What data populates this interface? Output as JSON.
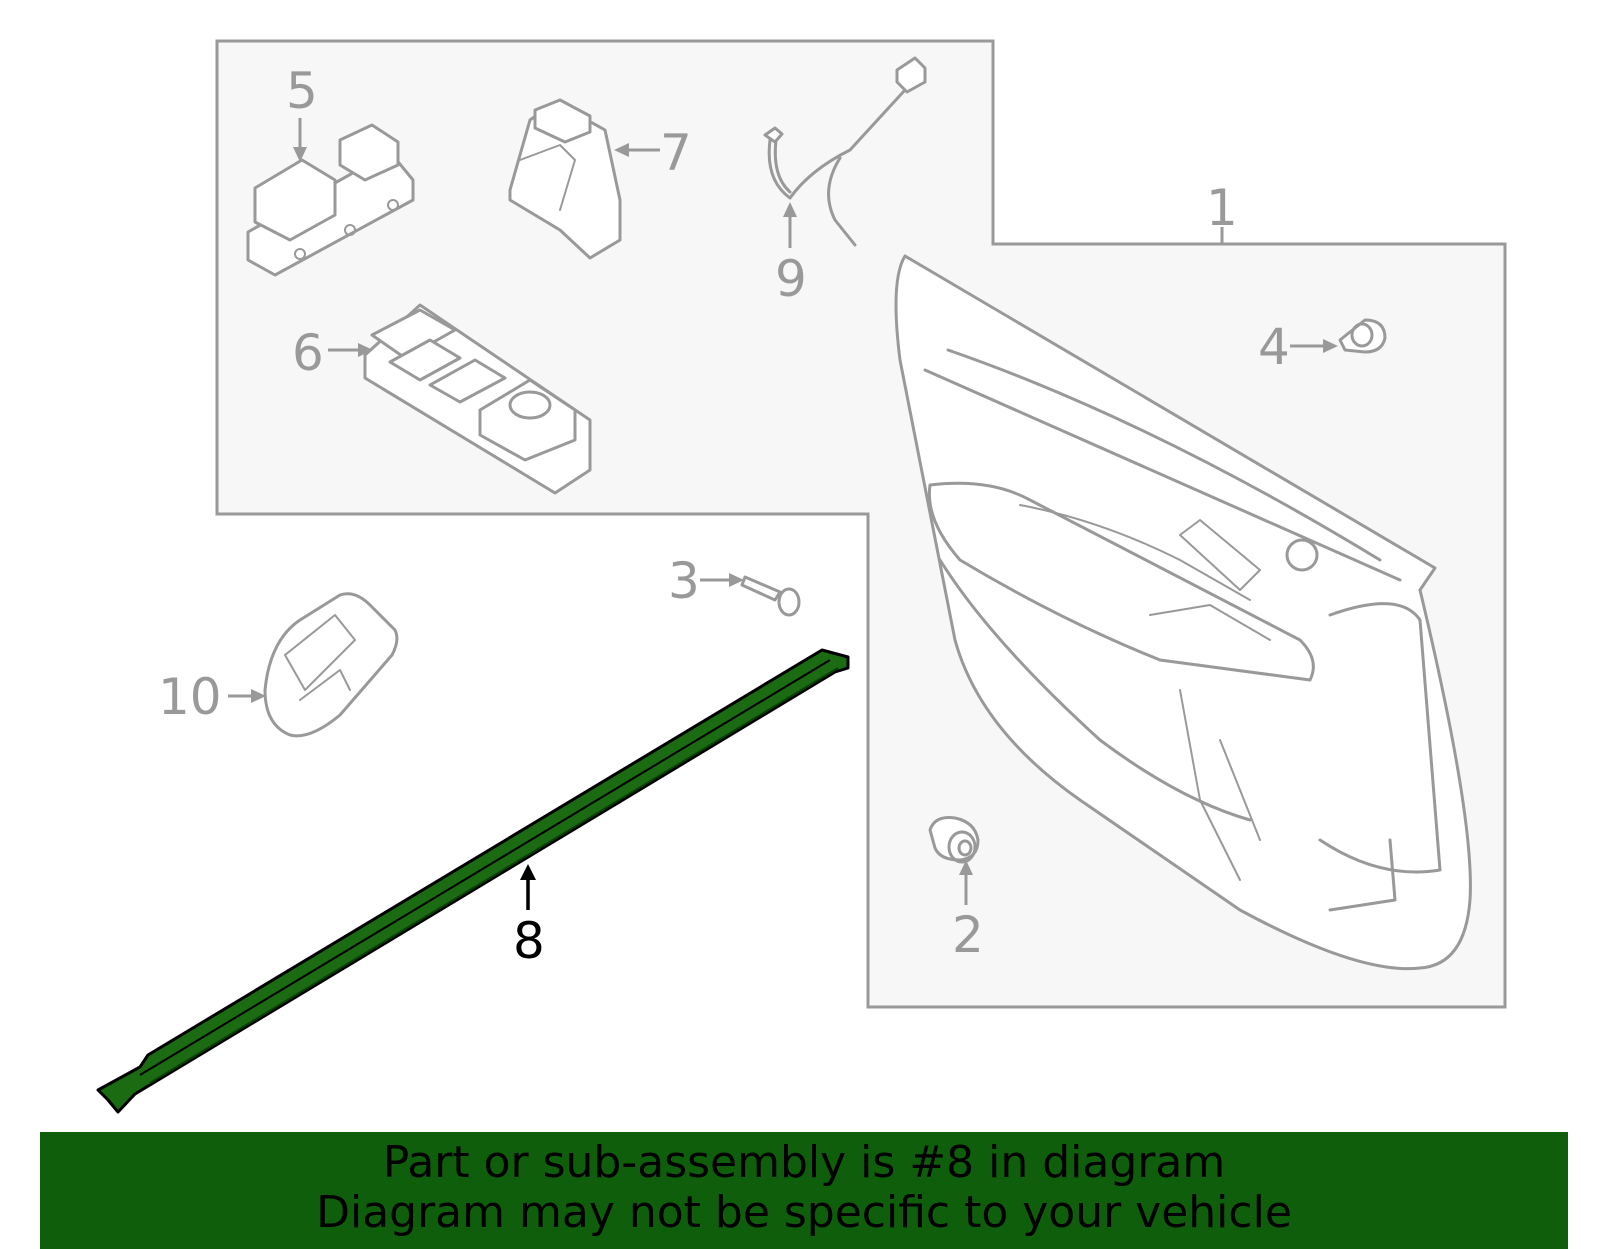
{
  "callouts": {
    "c1": "1",
    "c2": "2",
    "c3": "3",
    "c4": "4",
    "c5": "5",
    "c6": "6",
    "c7": "7",
    "c8": "8",
    "c9": "9",
    "c10": "10"
  },
  "highlight_part": "8",
  "colors": {
    "highlight": "#1a6b12",
    "banner": "#0f5e0b",
    "outline": "#999999",
    "panel_bg": "#f7f7f7"
  },
  "banner": {
    "line1": "Part or sub-assembly is #8 in diagram",
    "line2": "Diagram may not be specific to your vehicle"
  }
}
